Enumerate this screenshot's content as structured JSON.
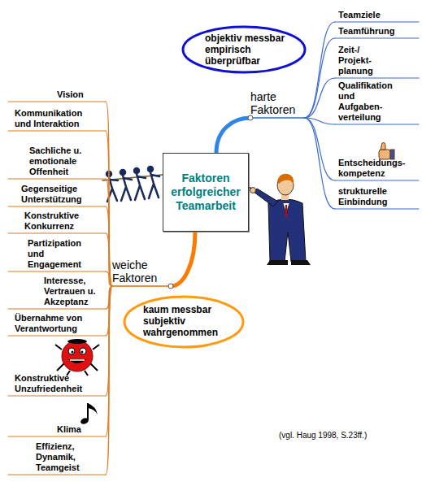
{
  "diagram": {
    "nodes": [
      {
        "text": [
          "Faktoren erfolgreicher Teamarbeit"
        ]
      },
      {
        "text": [
          "harte Faktoren"
        ]
      },
      {
        "text": [
          "weiche Faktoren"
        ]
      },
      {
        "text": [
          "Teamziele"
        ]
      },
      {
        "text": [
          "Teamführung"
        ]
      },
      {
        "text": [
          "Zeit-/ Projekt- planung"
        ]
      },
      {
        "text": [
          "Qualifikation und Aufgaben- verteilung"
        ]
      },
      {
        "text": [
          "Entscheidungs- kompetenz"
        ]
      },
      {
        "text": [
          "strukturelle Einbindung"
        ]
      },
      {
        "text": [
          "Vision"
        ]
      },
      {
        "text": [
          "Kommunikation und Interaktion"
        ]
      },
      {
        "text": [
          "Sachliche u. emotionale Offenheit"
        ]
      },
      {
        "text": [
          "Gegenseitige Unterstützung"
        ]
      },
      {
        "text": [
          "Konstruktive Konkurrenz"
        ]
      },
      {
        "text": [
          "Partizipation und Engagement"
        ]
      },
      {
        "text": [
          "Interesse, Vertrauen u. Akzeptanz"
        ]
      },
      {
        "text": [
          "Übernahme von Verantwortung"
        ]
      },
      {
        "text": [
          "Konstruktive Unzufriedenheit"
        ]
      },
      {
        "text": [
          "Klima"
        ]
      },
      {
        "text": [
          "Effizienz, Dynamik, Teamgeist"
        ]
      },
      {
        "text": [
          "objektiv messbar empirisch überprüfbar"
        ]
      },
      {
        "text": [
          "kaum messbar subjektiv wahrgenommen"
        ]
      }
    ],
    "edges": [
      {
        "from": 0,
        "to": 1,
        "arrow": "none"
      },
      {
        "from": 0,
        "to": 2,
        "arrow": "none"
      },
      {
        "from": 1,
        "to": 3,
        "arrow": "none"
      },
      {
        "from": 1,
        "to": 4,
        "arrow": "none"
      },
      {
        "from": 1,
        "to": 5,
        "arrow": "none"
      },
      {
        "from": 1,
        "to": 6,
        "arrow": "none"
      },
      {
        "from": 1,
        "to": 7,
        "arrow": "none"
      },
      {
        "from": 1,
        "to": 8,
        "arrow": "none"
      },
      {
        "from": 2,
        "to": 9,
        "arrow": "none"
      },
      {
        "from": 2,
        "to": 10,
        "arrow": "none"
      },
      {
        "from": 2,
        "to": 11,
        "arrow": "none"
      },
      {
        "from": 2,
        "to": 12,
        "arrow": "none"
      },
      {
        "from": 2,
        "to": 13,
        "arrow": "none"
      },
      {
        "from": 2,
        "to": 14,
        "arrow": "none"
      },
      {
        "from": 2,
        "to": 15,
        "arrow": "none"
      },
      {
        "from": 2,
        "to": 16,
        "arrow": "none"
      },
      {
        "from": 2,
        "to": 17,
        "arrow": "none"
      },
      {
        "from": 2,
        "to": 18,
        "arrow": "none"
      },
      {
        "from": 2,
        "to": 19,
        "arrow": "none"
      }
    ],
    "labels": [
      "(vgl. Haug 1998, S.23ff.)"
    ]
  }
}
